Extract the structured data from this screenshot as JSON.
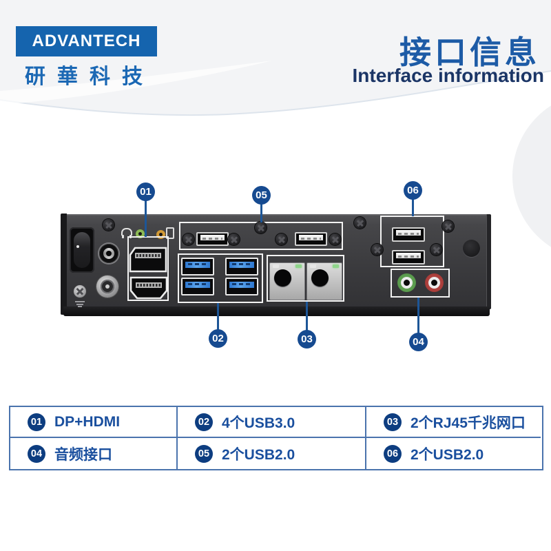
{
  "brand": {
    "wordmark": "ADVANTECH",
    "name_cn": "研華科技"
  },
  "header": {
    "title_cn": "接口信息",
    "title_en": "Interface information"
  },
  "panel": {
    "callouts": {
      "c01": "01",
      "c02": "02",
      "c03": "03",
      "c04": "04",
      "c05": "05",
      "c06": "06"
    }
  },
  "legend": {
    "rows": [
      [
        {
          "num": "01",
          "label": "DP+HDMI"
        },
        {
          "num": "02",
          "label": "4个USB3.0"
        },
        {
          "num": "03",
          "label": "2个RJ45千兆网口"
        }
      ],
      [
        {
          "num": "04",
          "label": "音频接口"
        },
        {
          "num": "05",
          "label": "2个USB2.0"
        },
        {
          "num": "06",
          "label": "2个USB2.0"
        }
      ]
    ]
  },
  "colors": {
    "brand_blue": "#1564ae",
    "title_blue": "#1d5ba6",
    "title_navy": "#1b3566",
    "callout_blue": "#164a90",
    "table_border": "#4a73ad",
    "badge_navy": "#0d3d80",
    "label_blue": "#1a4f9e",
    "usb3_blue": "#2d77d0"
  }
}
